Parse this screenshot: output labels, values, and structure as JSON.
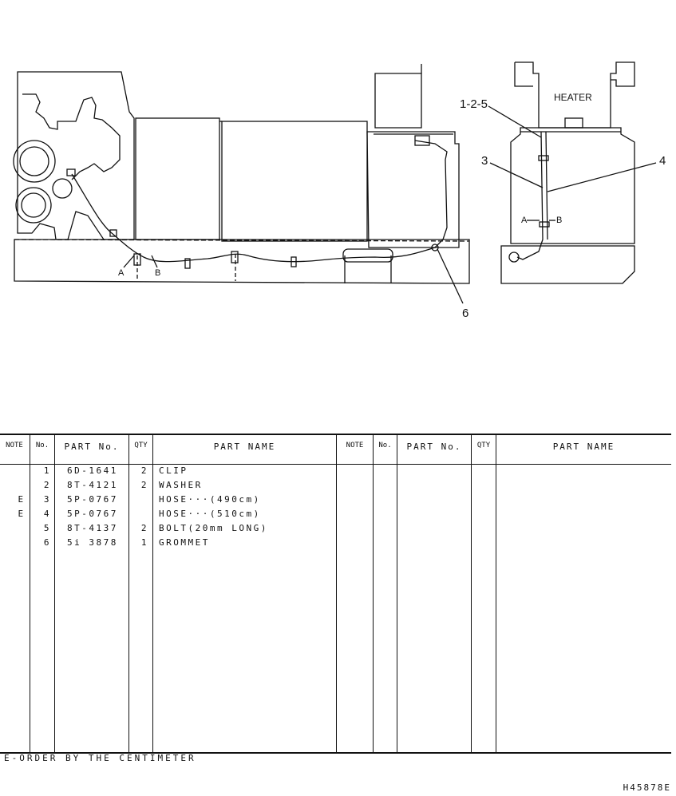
{
  "drawing": {
    "callouts": {
      "heater": "HEATER",
      "c125": "1-2-5",
      "c3": "3",
      "c4": "4",
      "c6": "6",
      "a_left": "A",
      "b_left": "B",
      "a_right": "A",
      "b_right": "B"
    }
  },
  "table": {
    "headers": {
      "note": "NOTE",
      "no": "No.",
      "part_no": "PART No.",
      "qty": "QTY",
      "part_name": "PART NAME"
    },
    "rows": [
      {
        "note": "",
        "no": "1",
        "part_no": "6D-1641",
        "qty": "2",
        "name": "CLIP"
      },
      {
        "note": "",
        "no": "2",
        "part_no": "8T-4121",
        "qty": "2",
        "name": "WASHER"
      },
      {
        "note": "E",
        "no": "3",
        "part_no": "5P-0767",
        "qty": "",
        "name": "HOSE···(490cm)"
      },
      {
        "note": "E",
        "no": "4",
        "part_no": "5P-0767",
        "qty": "",
        "name": "HOSE···(510cm)"
      },
      {
        "note": "",
        "no": "5",
        "part_no": "8T-4137",
        "qty": "2",
        "name": "BOLT(20mm LONG)"
      },
      {
        "note": "",
        "no": "6",
        "part_no": "5i 3878",
        "qty": "1",
        "name": "GROMMET"
      }
    ]
  },
  "footnote": "E-ORDER BY THE CENTIMETER",
  "drawing_number": "H45878E"
}
